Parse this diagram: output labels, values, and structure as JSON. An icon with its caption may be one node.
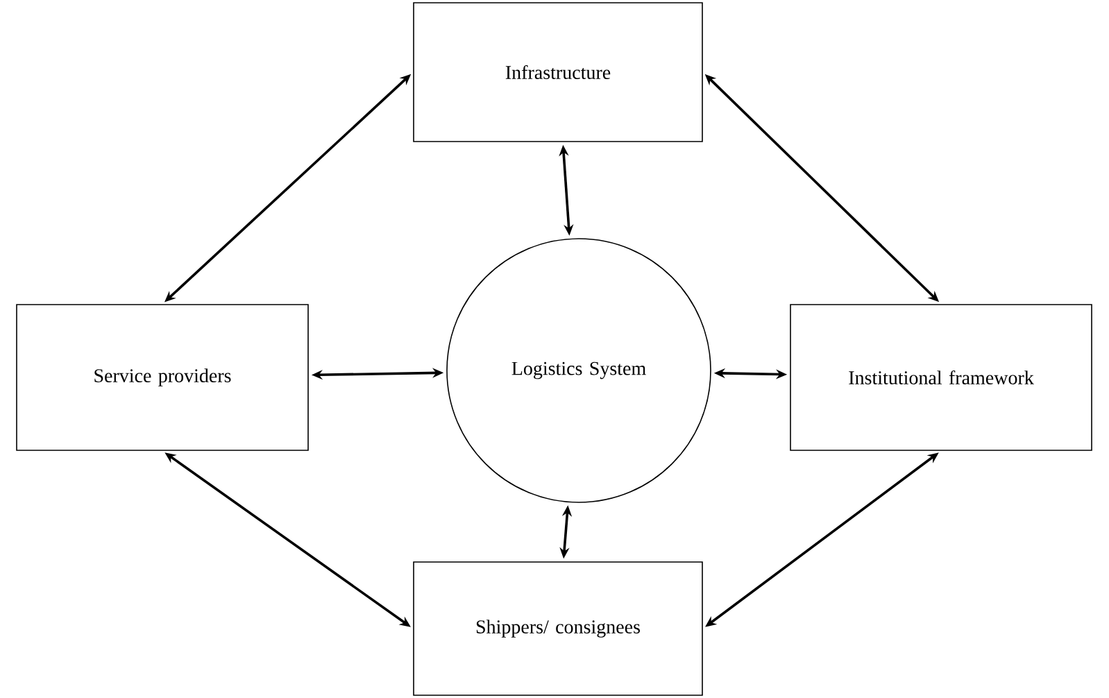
{
  "diagram": {
    "nodes": [
      {
        "text": [
          "Infrastructure"
        ]
      },
      {
        "text": [
          "Service providers"
        ]
      },
      {
        "text": [
          "Logistics System"
        ]
      },
      {
        "text": [
          "Institutional framework"
        ]
      },
      {
        "text": [
          "Shippers/ consignees"
        ]
      }
    ],
    "edges": [
      {
        "from": 0,
        "to": 1,
        "arrow": "both"
      },
      {
        "from": 0,
        "to": 3,
        "arrow": "both"
      },
      {
        "from": 0,
        "to": 2,
        "arrow": "both"
      },
      {
        "from": 1,
        "to": 2,
        "arrow": "both"
      },
      {
        "from": 2,
        "to": 3,
        "arrow": "both"
      },
      {
        "from": 2,
        "to": 4,
        "arrow": "both"
      },
      {
        "from": 1,
        "to": 4,
        "arrow": "both"
      },
      {
        "from": 3,
        "to": 4,
        "arrow": "both"
      }
    ]
  }
}
